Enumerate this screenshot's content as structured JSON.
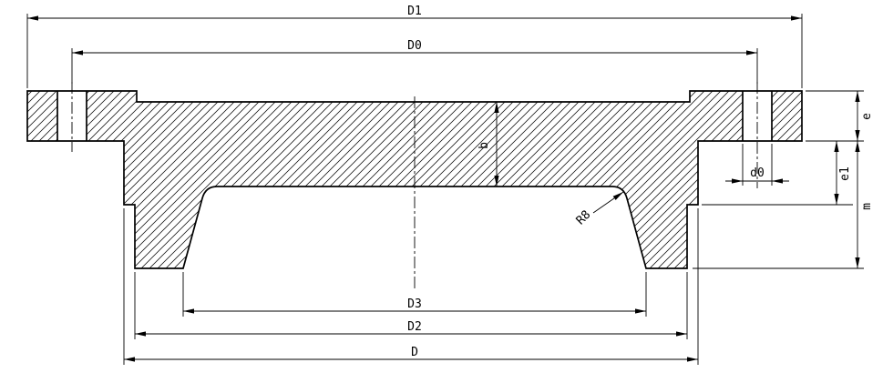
{
  "labels": {
    "D1": "D1",
    "D0": "D0",
    "b": "b",
    "R8": "R8",
    "d0": "d0",
    "e": "e",
    "e1": "e1",
    "m": "m",
    "D3": "D3",
    "D2": "D2",
    "D": "D"
  },
  "style": {
    "line_color": "#000000",
    "background_color": "#ffffff"
  }
}
